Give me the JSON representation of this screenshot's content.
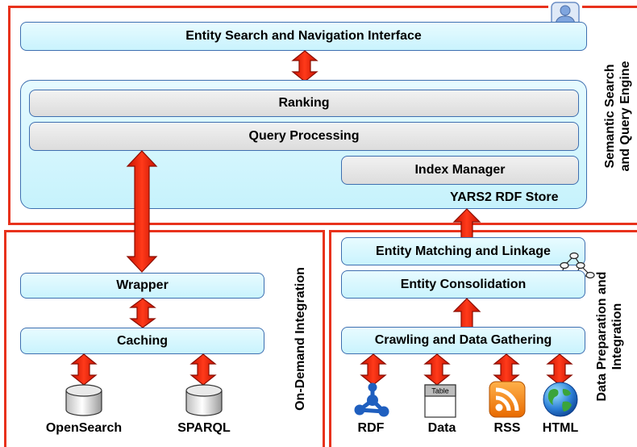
{
  "top_panel": {
    "interface_box": "Entity Search and Navigation Interface",
    "ranking_box": "Ranking",
    "query_processing_box": "Query Processing",
    "index_manager_box": "Index Manager",
    "store_label": "YARS2 RDF Store",
    "side_label_line1": "Semantic Search",
    "side_label_line2": "and Query Engine",
    "icon": "user-icon"
  },
  "left_panel": {
    "wrapper_box": "Wrapper",
    "caching_box": "Caching",
    "side_label": "On-Demand Integration",
    "sources": [
      {
        "label": "OpenSearch",
        "icon": "database-icon"
      },
      {
        "label": "SPARQL",
        "icon": "database-icon"
      }
    ]
  },
  "right_panel": {
    "linkage_box": "Entity Matching and Linkage",
    "consolidation_box": "Entity Consolidation",
    "crawling_box": "Crawling and Data Gathering",
    "side_label_line1": "Data Preparation and",
    "side_label_line2": "Integration",
    "network_icon": "graph-network-icon",
    "sources": [
      {
        "label": "RDF",
        "icon": "rdf-icon"
      },
      {
        "label": "Data",
        "icon": "table-icon",
        "icon_text": "Table"
      },
      {
        "label": "RSS",
        "icon": "rss-icon"
      },
      {
        "label": "HTML",
        "icon": "globe-icon"
      }
    ]
  },
  "colors": {
    "panel_border": "#e8321c",
    "box_border": "#3e6fb0",
    "box_fill": "#c9f3fd",
    "grey_fill": "#dcdcdc",
    "arrow_fill": "#ff1a00",
    "arrow_stroke": "#8a0d00"
  }
}
